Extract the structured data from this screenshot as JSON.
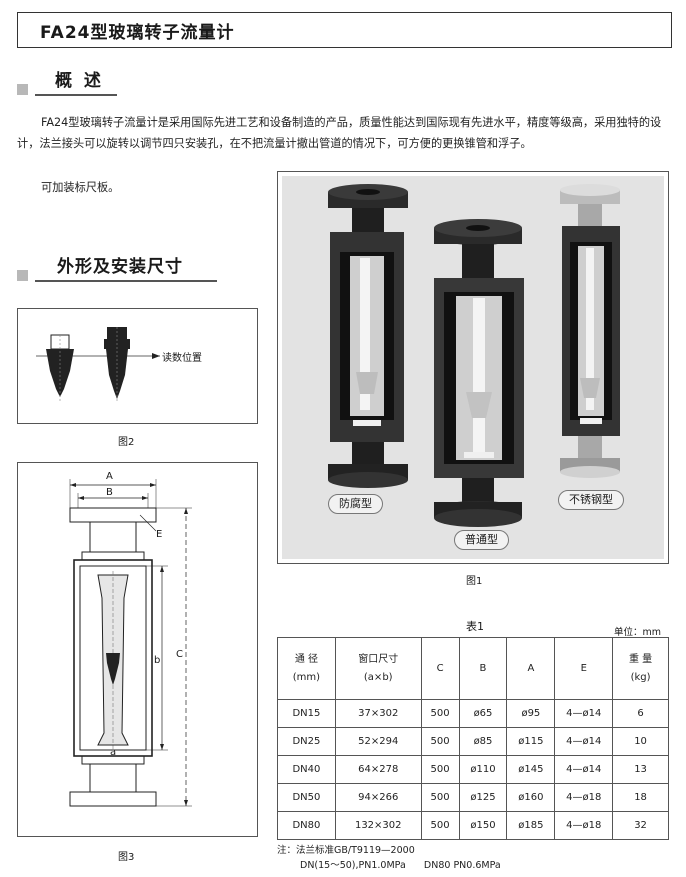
{
  "title": "FA24型玻璃转子流量计",
  "overview": {
    "heading": "概  述",
    "para1": "FA24型玻璃转子流量计是采用国际先进工艺和设备制造的产品，质量性能达到国际现有先进水平，精度等级高，采用独特的设计，法兰接头可以旋转以调节四只安装孔，在不把流量计撤出管道的情况下，可方便的更换锥管和浮子。",
    "para2": "可加装标尺板。"
  },
  "dims": {
    "heading": "外形及安装尺寸"
  },
  "fig1": {
    "caption": "图1",
    "labels": {
      "anticorrosion": "防腐型",
      "normal": "普通型",
      "stainless": "不锈钢型"
    }
  },
  "fig2": {
    "caption": "图2",
    "reading_label": "读数位置"
  },
  "fig3": {
    "caption": "图3",
    "labels": {
      "A": "A",
      "B": "B",
      "E": "E",
      "b": "b",
      "C": "C",
      "a": "a"
    }
  },
  "table": {
    "caption": "表1",
    "unit": "单位：mm",
    "headers": [
      [
        "通  径",
        "(mm)"
      ],
      [
        "窗口尺寸",
        "(a×b)"
      ],
      [
        "C"
      ],
      [
        "B"
      ],
      [
        "A"
      ],
      [
        "E"
      ],
      [
        "重  量",
        "(kg)"
      ]
    ],
    "rows": [
      [
        "DN15",
        "37×302",
        "500",
        "ø65",
        "ø95",
        "4—ø14",
        "6"
      ],
      [
        "DN25",
        "52×294",
        "500",
        "ø85",
        "ø115",
        "4—ø14",
        "10"
      ],
      [
        "DN40",
        "64×278",
        "500",
        "ø110",
        "ø145",
        "4—ø14",
        "13"
      ],
      [
        "DN50",
        "94×266",
        "500",
        "ø125",
        "ø160",
        "4—ø18",
        "18"
      ],
      [
        "DN80",
        "132×302",
        "500",
        "ø150",
        "ø185",
        "4—ø18",
        "32"
      ]
    ]
  },
  "note": {
    "line1": "注：法兰标准GB/T9119—2000",
    "line2": "DN(15～50),PN1.0MPa      DN80 PN0.6MPa"
  },
  "colors": {
    "accent_square": "#b8b8b8",
    "photo_bg": "#e3e3e3"
  }
}
